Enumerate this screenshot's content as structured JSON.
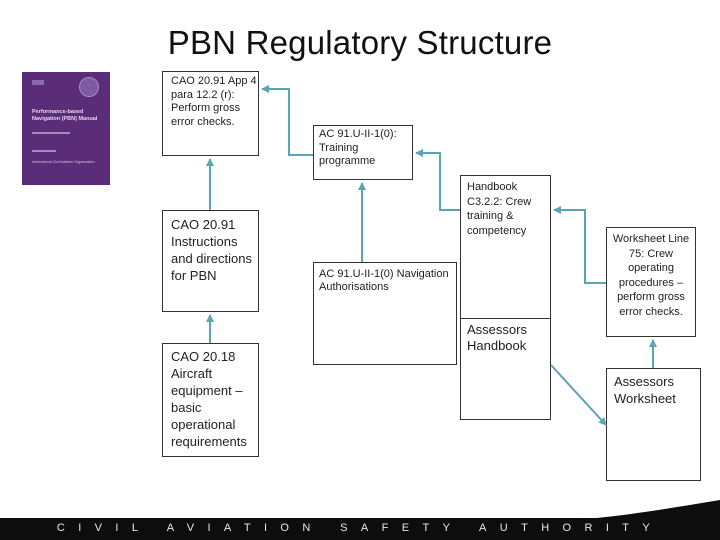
{
  "title": "PBN Regulatory Structure",
  "boxes": {
    "cao_app4": "CAO 20.91 App 4 para 12.2 (r): Perform gross error checks.",
    "ac_training": "AC 91.U-II-1(0): Training programme",
    "handbook": "Handbook C3.2.2: Crew training & competency",
    "cao_instructions": "CAO 20.91 Instructions and directions for PBN",
    "ac_navigation": "AC 91.U-II-1(0) Navigation Authorisations",
    "assessors_handbook": "Assessors Handbook",
    "worksheet_line": "Worksheet Line 75: Crew operating procedures – perform gross error checks.",
    "cao_equipment": "CAO 20.18 Aircraft equipment – basic operational requirements",
    "assessors_worksheet": "Assessors Worksheet"
  },
  "cover": {
    "title": "Performance-based Navigation (PBN) Manual",
    "subtitle": "International Civil Aviation Organization"
  },
  "footer": "CIVIL AVIATION SAFETY AUTHORITY",
  "colors": {
    "arrow": "#5aa5b2",
    "cover": "#5b2d78",
    "footer": "#0d0d0d"
  }
}
